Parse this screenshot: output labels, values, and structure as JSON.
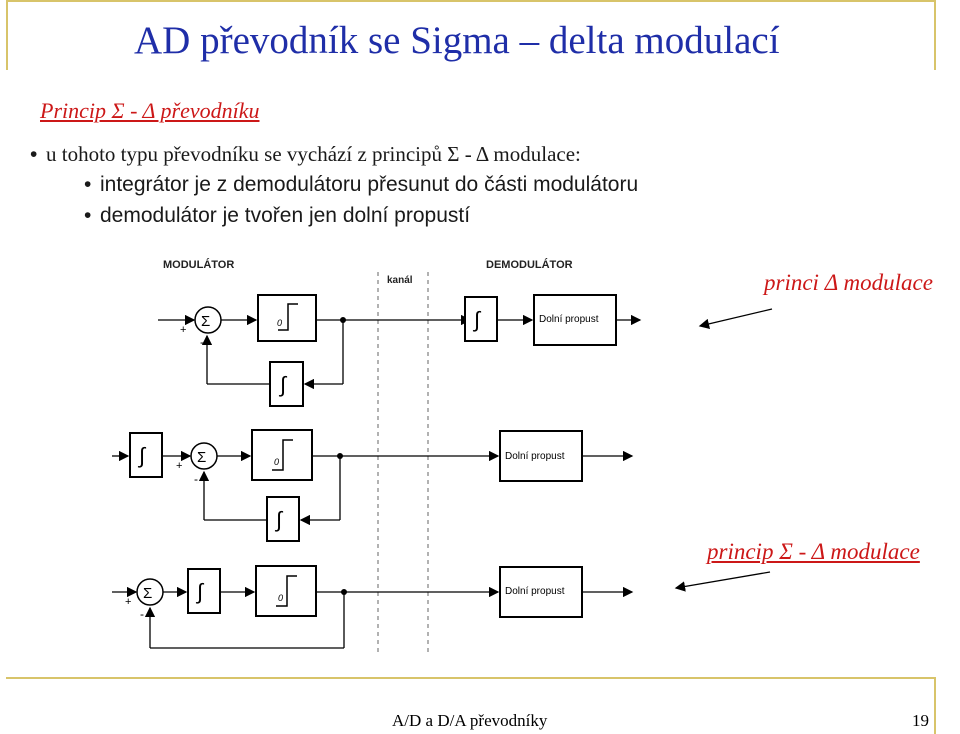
{
  "slide": {
    "title": "AD převodník se Sigma – delta modulací",
    "subtitle": "Princip Σ - Δ převodníku",
    "bullets": [
      "u tohoto typu převodníku se vychází z principů Σ - Δ modulace:",
      "integrátor je z demodulátoru přesunut do části modulátoru",
      "demodulátor je tvořen jen dolní propustí"
    ],
    "annotations": {
      "top": "princi Δ modulace",
      "bottom": "princip Σ - Δ modulace"
    },
    "footer": "A/D a D/A převodníky",
    "page_number": "19"
  },
  "diagram": {
    "labels": {
      "modulator": "MODULÁTOR",
      "demodulator": "DEMODULÁTOR",
      "channel": "kanál",
      "lowpass": "Dolní propust",
      "sigma": "Σ",
      "integral": "∫",
      "zero": "0",
      "plus": "+",
      "minus": "-"
    }
  },
  "colors": {
    "title": "#1f2ea8",
    "accent": "#cc1818",
    "frame": "#d8c46a"
  }
}
